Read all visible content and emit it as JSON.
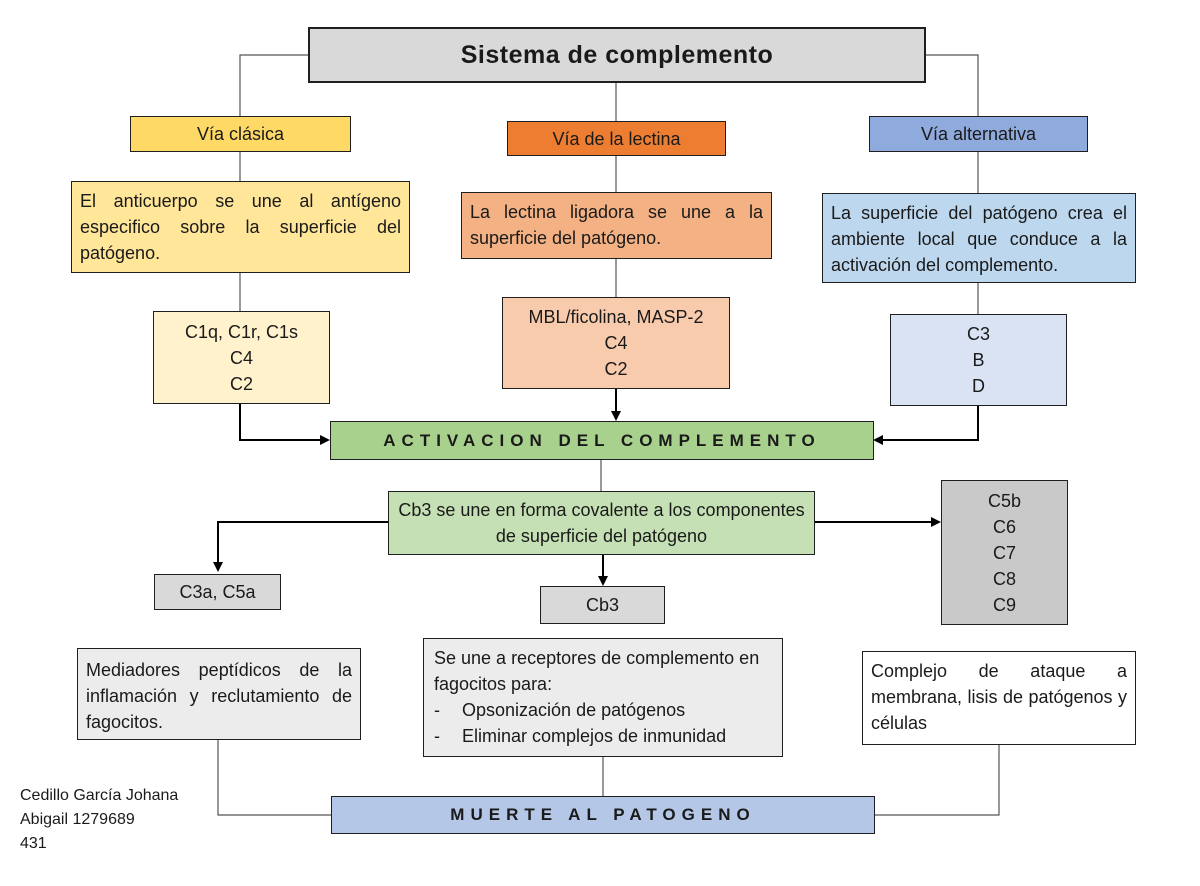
{
  "title": "Sistema de complemento",
  "paths": {
    "classic": {
      "label": "Vía clásica",
      "description": "El anticuerpo se une al antígeno especifico sobre la superficie del patógeno.",
      "components": [
        "C1q, C1r, C1s",
        "C4",
        "C2"
      ],
      "color": "#ffd966"
    },
    "lectin": {
      "label": "Vía de la lectina",
      "description": "La lectina ligadora se une a la superficie del patógeno.",
      "components": [
        "MBL/ficolina, MASP-2",
        "C4",
        "C2"
      ],
      "color": "#ed7d31"
    },
    "alternative": {
      "label": "Vía alternativa",
      "description": "La superficie del patógeno crea el ambiente local que conduce a la activación del complemento.",
      "components": [
        "C3",
        "B",
        "D"
      ],
      "color": "#8faadc"
    }
  },
  "activation": {
    "label": "ACTIVACION DEL COMPLEMENTO",
    "color": "#a9d18e"
  },
  "cb3_binding": "Cb3 se une en forma covalente a los componentes de superficie del patógeno",
  "left_product": "C3a, C5a",
  "center_product": "Cb3",
  "right_products": [
    "C5b",
    "C6",
    "C7",
    "C8",
    "C9"
  ],
  "left_effect": "Mediadores peptídicos de la inflamación y reclutamiento de fagocitos.",
  "center_effect": {
    "intro": "Se une a receptores de complemento en fagocitos para:",
    "items": [
      "Opsonización de patógenos",
      "Eliminar complejos de inmunidad"
    ]
  },
  "right_effect": "Complejo de ataque a membrana, lisis de patógenos y células",
  "death": {
    "label": "MUERTE AL PATOGENO",
    "color": "#b4c7e7"
  },
  "author": {
    "line1": "Cedillo García Johana",
    "line2": "Abigail 1279689",
    "line3": "431"
  }
}
